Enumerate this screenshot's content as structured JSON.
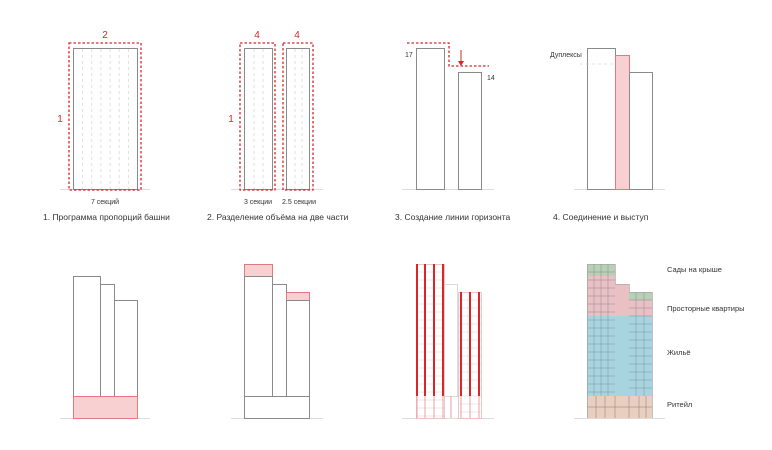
{
  "colors": {
    "accent": "#d9262b",
    "pink": "#f9d0d2",
    "green": "#b9cfb6",
    "rose": "#e9c0c4",
    "blue": "#a8d4e0",
    "retail": "#e8cfc0"
  },
  "panel1": {
    "top_label": "2",
    "side_label": "1",
    "bottom_label": "7 секций",
    "caption": "1. Программа пропорций башни"
  },
  "panel2": {
    "top_left": "4",
    "top_right": "4",
    "side_label": "1",
    "bottom_left": "3 секции",
    "bottom_right": "2.5 секции",
    "caption": "2. Разделение объёма на две части"
  },
  "panel3": {
    "tall_label": "17",
    "short_label": "14",
    "caption": "3. Создание линии горизонта"
  },
  "panel4": {
    "note": "Дуплексы",
    "caption": "4. Соединение и выступ"
  },
  "legend": {
    "roof": "Сады на крыше",
    "spacious": "Просторные квартиры",
    "housing": "Жильё",
    "retail": "Ритейл"
  }
}
